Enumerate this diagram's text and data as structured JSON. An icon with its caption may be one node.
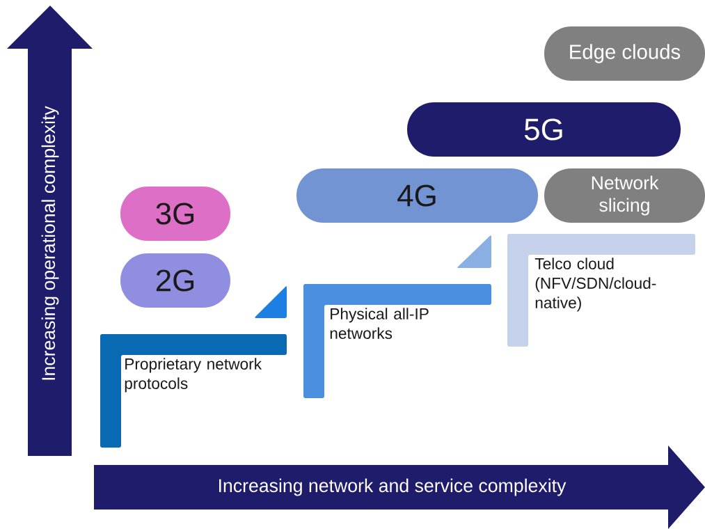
{
  "diagram": {
    "nodes": [
      {
        "text": [
          "Increasing operational complexity"
        ]
      },
      {
        "text": [
          "Edge clouds"
        ]
      },
      {
        "text": [
          "5G"
        ]
      },
      {
        "text": [
          "4G"
        ]
      },
      {
        "text": [
          "Network slicing"
        ]
      },
      {
        "text": [
          "3G"
        ]
      },
      {
        "text": [
          "2G"
        ]
      },
      {
        "text": [
          "Telco cloud (NFV/SDN/cloud-native)"
        ]
      },
      {
        "text": [
          "Physical all-IP networks"
        ]
      },
      {
        "text": [
          "Proprietary network protocols"
        ]
      },
      {
        "text": [
          "Increasing network and service complexity"
        ]
      }
    ]
  }
}
